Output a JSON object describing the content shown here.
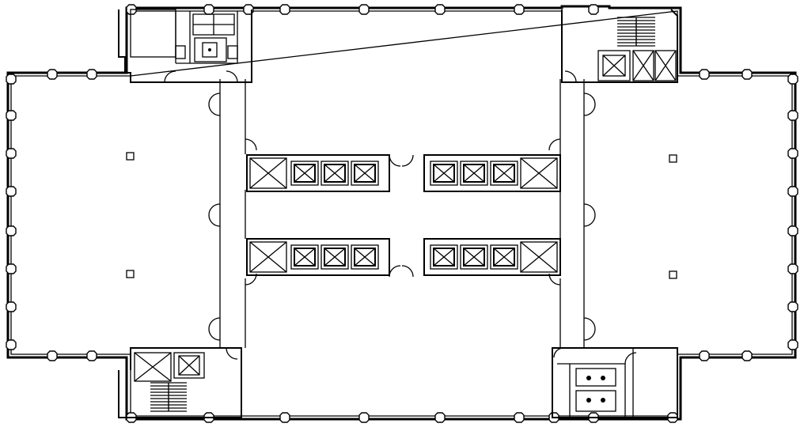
{
  "floor_plan": {
    "labels": [],
    "elevator_banks": [
      {
        "id": "upper-left",
        "cars": 3,
        "shafts": 1
      },
      {
        "id": "upper-right",
        "cars": 3,
        "shafts": 1
      },
      {
        "id": "lower-left",
        "cars": 3,
        "shafts": 1
      },
      {
        "id": "lower-right",
        "cars": 3,
        "shafts": 1
      }
    ],
    "stair_cores": [
      "top-right",
      "bottom-left"
    ],
    "service_cores": [
      "top-left",
      "bottom-right"
    ],
    "columns_interior": 4
  }
}
